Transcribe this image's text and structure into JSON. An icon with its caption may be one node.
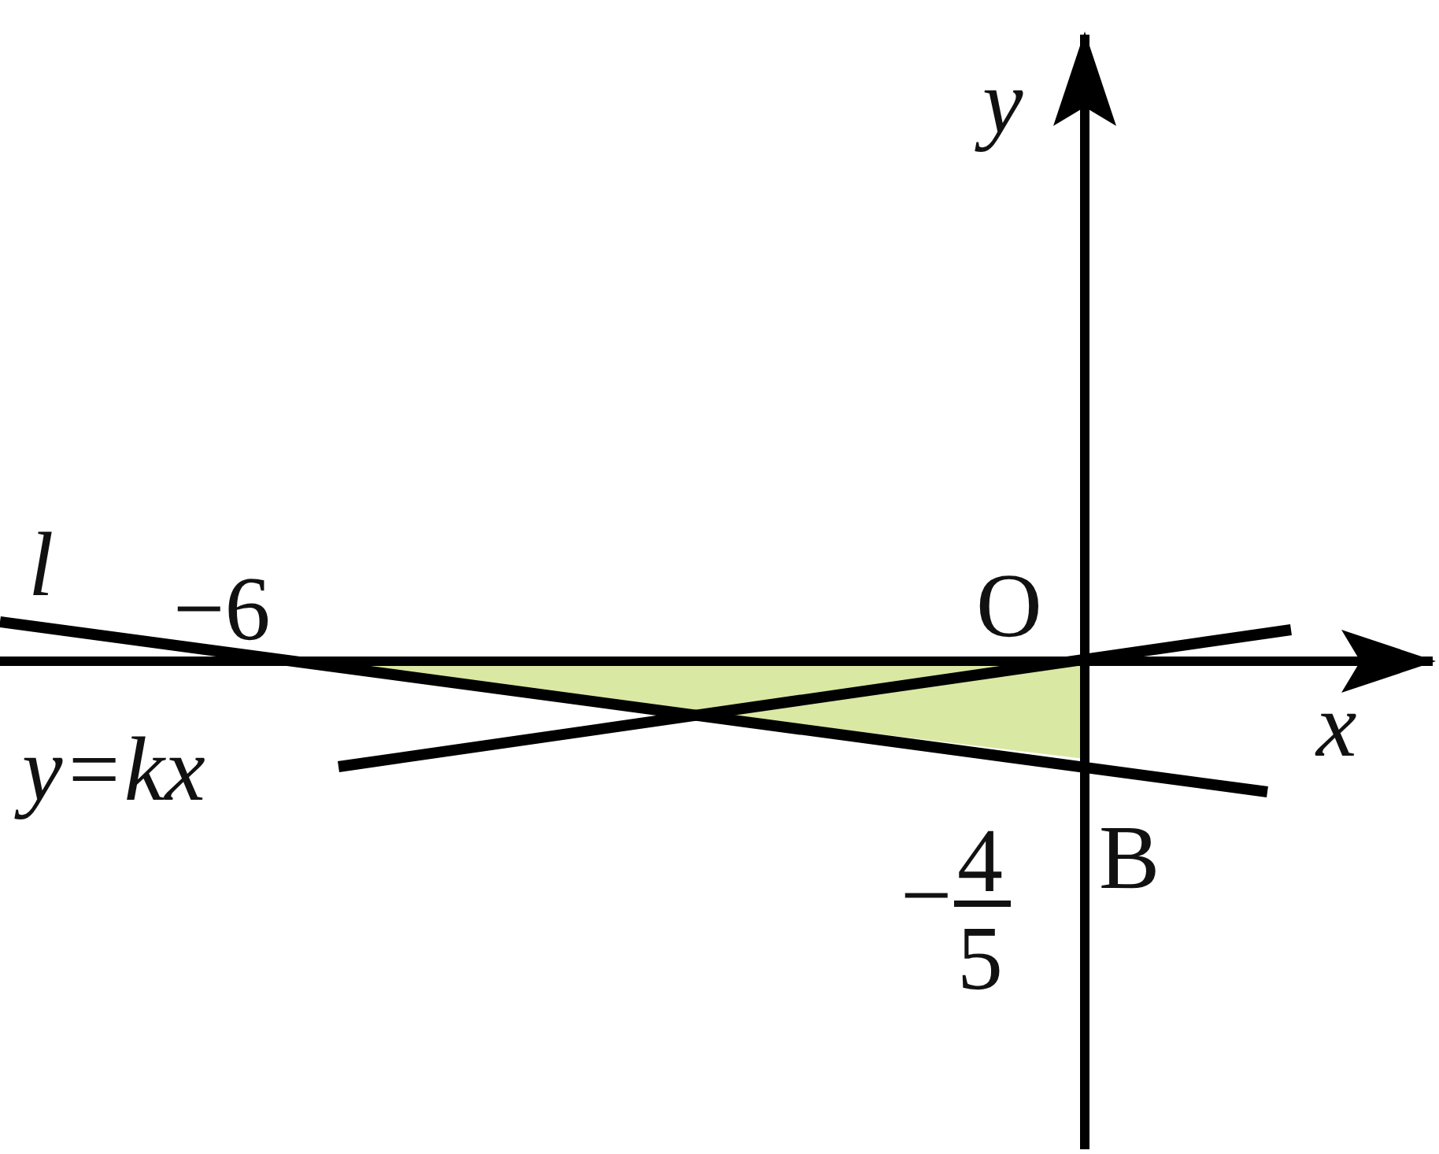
{
  "diagram": {
    "labels": [
      "y",
      "l",
      "−6",
      "O",
      "x",
      "y=kx",
      "B",
      "−",
      "4",
      "5"
    ]
  }
}
